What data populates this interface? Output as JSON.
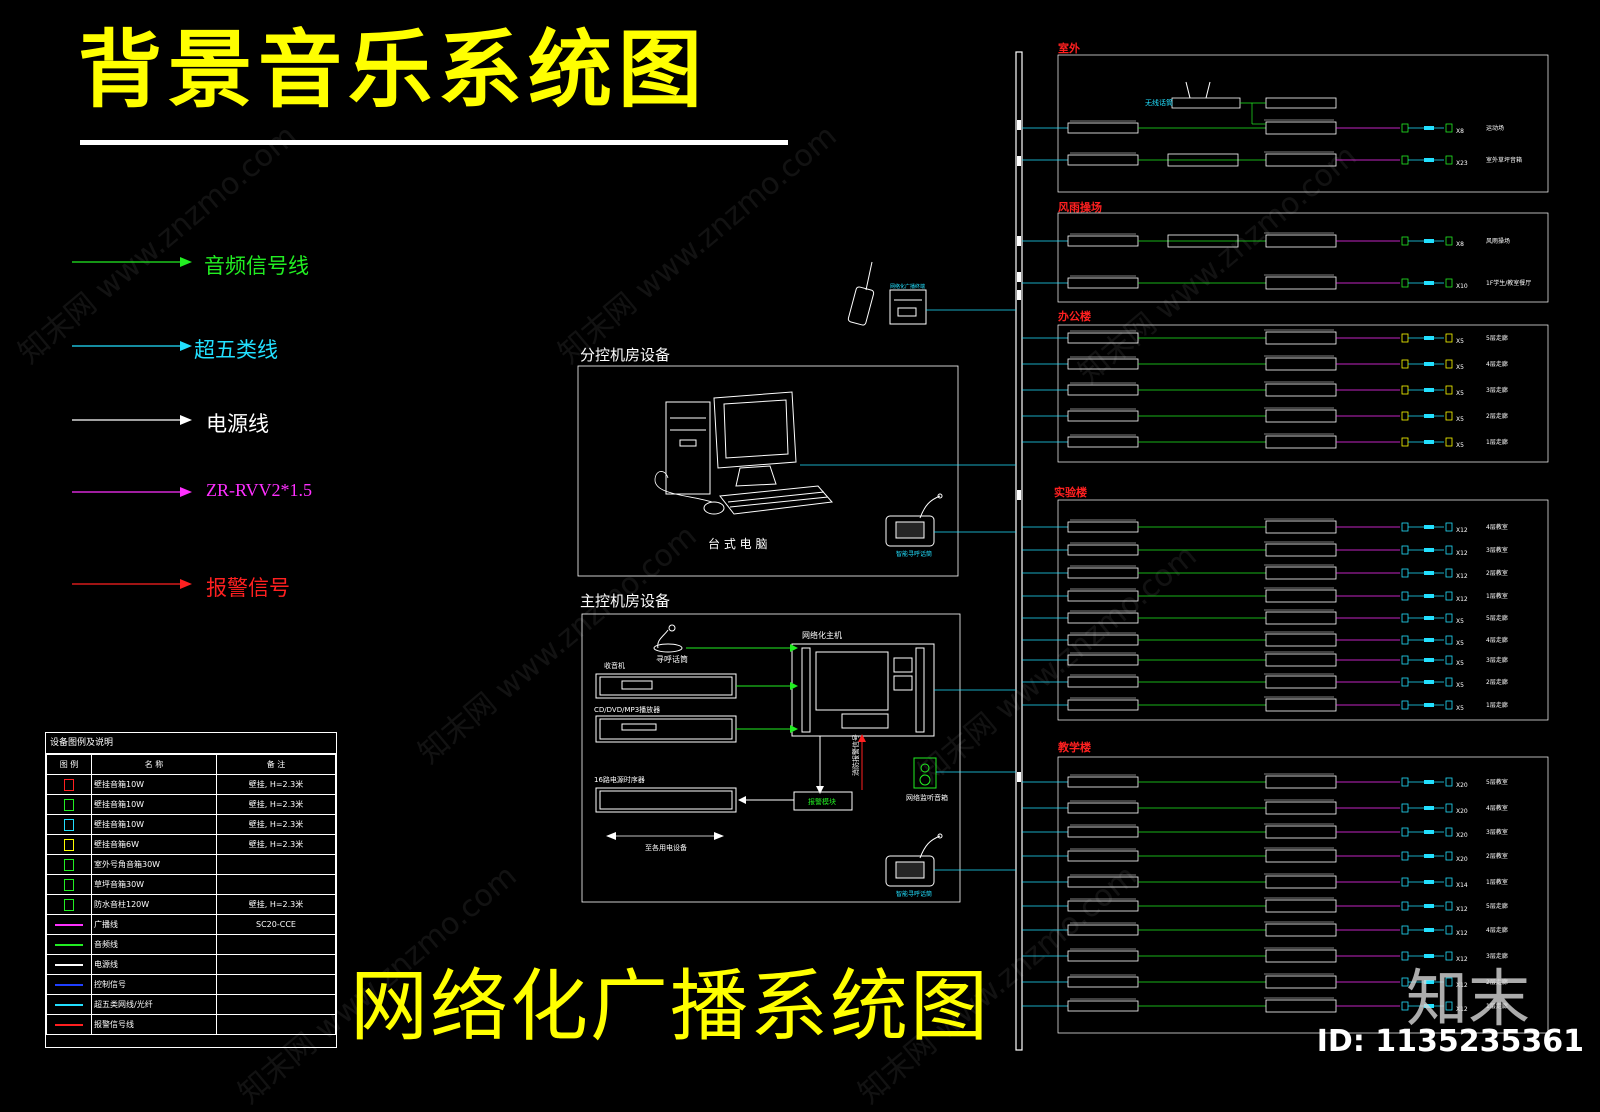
{
  "title_main": "背景音乐系统图",
  "title_sub": "网络化广播系统图",
  "legend": [
    {
      "label": "音频信号线",
      "color": "#22ee22"
    },
    {
      "label": "超五类线",
      "color": "#22e0ff"
    },
    {
      "label": "电源线",
      "color": "#ffffff"
    },
    {
      "label": "ZR-RVV2*1.5",
      "color": "#ff30ff"
    },
    {
      "label": "报警信号",
      "color": "#ff2020"
    }
  ],
  "sections": {
    "sub_room": "分控机房设备",
    "sub_room_pc": "台 式 电 脑",
    "sub_room_mic": "智能寻呼话筒",
    "main_room": "主控机房设备",
    "main_host": "网络化主机",
    "paging_mic": "寻呼话筒",
    "tuner": "收音机",
    "player": "CD/DVD/MP3播放器",
    "switcher": "16路电源时序器",
    "devices_label": "至各用电设备",
    "alarm_label": "消防报警信号",
    "fire_box": "报警模块",
    "monitor_speaker": "网络监听音箱",
    "bottom_mic": "智能寻呼话筒",
    "wireless_mic": "无线话筒",
    "terminal_label": "网络化广播终端"
  },
  "rooms": [
    {
      "name": "室外",
      "rows": [
        {
          "label": "运动场",
          "count": "X8"
        },
        {
          "label": "室外草坪音箱",
          "count": "X23"
        }
      ]
    },
    {
      "name": "风雨操场",
      "rows": [
        {
          "label": "风雨操场",
          "count": "X8"
        },
        {
          "label": "1F学生/教室餐厅",
          "count": "X10"
        }
      ]
    },
    {
      "name": "办公楼",
      "rows": [
        {
          "label": "5层走廊",
          "count": "X5"
        },
        {
          "label": "4层走廊",
          "count": "X5"
        },
        {
          "label": "3层走廊",
          "count": "X5"
        },
        {
          "label": "2层走廊",
          "count": "X5"
        },
        {
          "label": "1层走廊",
          "count": "X5"
        }
      ]
    },
    {
      "name": "实验楼",
      "rows": [
        {
          "label": "4层教室",
          "count": "X12"
        },
        {
          "label": "3层教室",
          "count": "X12"
        },
        {
          "label": "2层教室",
          "count": "X12"
        },
        {
          "label": "1层教室",
          "count": "X12"
        },
        {
          "label": "5层走廊",
          "count": "X5"
        },
        {
          "label": "4层走廊",
          "count": "X5"
        },
        {
          "label": "3层走廊",
          "count": "X5"
        },
        {
          "label": "2层走廊",
          "count": "X5"
        },
        {
          "label": "1层走廊",
          "count": "X5"
        }
      ]
    },
    {
      "name": "教学楼",
      "rows": [
        {
          "label": "5层教室",
          "count": "X20"
        },
        {
          "label": "4层教室",
          "count": "X20"
        },
        {
          "label": "3层教室",
          "count": "X20"
        },
        {
          "label": "2层教室",
          "count": "X20"
        },
        {
          "label": "1层教室",
          "count": "X14"
        },
        {
          "label": "5层走廊",
          "count": "X12"
        },
        {
          "label": "4层走廊",
          "count": "X12"
        },
        {
          "label": "3层走廊",
          "count": "X12"
        },
        {
          "label": "2层走廊",
          "count": "X12"
        },
        {
          "label": "1层走廊",
          "count": "X12"
        }
      ]
    }
  ],
  "materials": {
    "caption": "设备图例及说明",
    "headers": [
      "图 例",
      "名 称",
      "备 注"
    ],
    "rows": [
      {
        "icon": "红",
        "color": "#ff2020",
        "name": "壁挂音箱10W",
        "note": "壁挂, H=2.3米"
      },
      {
        "icon": "绿",
        "color": "#22ee22",
        "name": "壁挂音箱10W",
        "note": "壁挂, H=2.3米"
      },
      {
        "icon": "蓝",
        "color": "#22e0ff",
        "name": "壁挂音箱10W",
        "note": "壁挂, H=2.3米"
      },
      {
        "icon": "黄",
        "color": "#ffff00",
        "name": "壁挂音箱6W",
        "note": "壁挂, H=2.3米"
      },
      {
        "icon": "号角",
        "color": "#22ee22",
        "name": "室外号角音箱30W",
        "note": ""
      },
      {
        "icon": "草坪",
        "color": "#22ee22",
        "name": "草坪音箱30W",
        "note": ""
      },
      {
        "icon": "柱",
        "color": "#22ee22",
        "name": "防水音柱120W",
        "note": "壁挂, H=2.3米"
      },
      {
        "icon": "line",
        "color": "#ff30ff",
        "name": "广播线",
        "note": "SC20-CCE"
      },
      {
        "icon": "line",
        "color": "#22ee22",
        "name": "音频线",
        "note": ""
      },
      {
        "icon": "line",
        "color": "#ffffff",
        "name": "电源线",
        "note": ""
      },
      {
        "icon": "line",
        "color": "#2040ff",
        "name": "控制信号",
        "note": ""
      },
      {
        "icon": "line",
        "color": "#22e0ff",
        "name": "超五类网线/光纤",
        "note": ""
      },
      {
        "icon": "line",
        "color": "#ff2020",
        "name": "报警信号线",
        "note": ""
      }
    ]
  },
  "watermark": {
    "logo": "知末",
    "id": "ID: 1135235361",
    "text": "知末网 www.znzmo.com"
  }
}
